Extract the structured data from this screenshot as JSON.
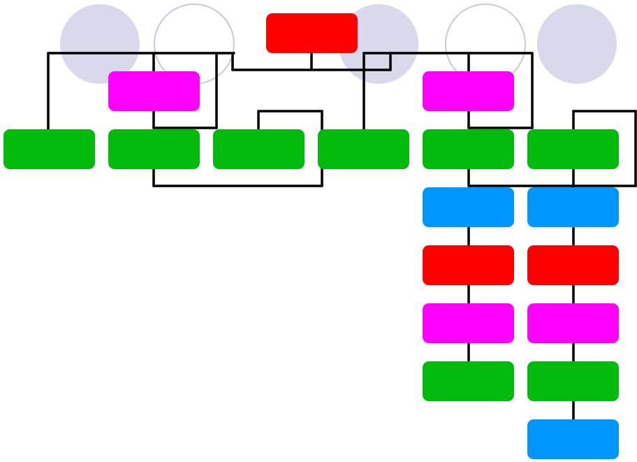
{
  "colors": {
    "background": "#ffffff",
    "circle_fill": "#d9d9ec",
    "circle_stroke": "#c8c8e0",
    "connector": "#000000",
    "node": {
      "red": "#ff0000",
      "magenta": "#ff00ff",
      "green": "#00bb0b",
      "blue": "#0096ff"
    }
  },
  "diagram": {
    "circles": [
      {
        "id": "c1",
        "style": "filled"
      },
      {
        "id": "c2",
        "style": "outline"
      },
      {
        "id": "c3",
        "style": "filled"
      },
      {
        "id": "c4",
        "style": "outline"
      },
      {
        "id": "c5",
        "style": "filled"
      }
    ],
    "nodes": [
      {
        "id": "root",
        "color": "red",
        "label": ""
      },
      {
        "id": "m1",
        "color": "magenta",
        "label": ""
      },
      {
        "id": "m2",
        "color": "magenta",
        "label": ""
      },
      {
        "id": "g1",
        "color": "green",
        "label": ""
      },
      {
        "id": "g2",
        "color": "green",
        "label": ""
      },
      {
        "id": "g3",
        "color": "green",
        "label": ""
      },
      {
        "id": "g4",
        "color": "green",
        "label": ""
      },
      {
        "id": "g5",
        "color": "green",
        "label": ""
      },
      {
        "id": "g6",
        "color": "green",
        "label": ""
      },
      {
        "id": "b1",
        "color": "blue",
        "label": ""
      },
      {
        "id": "b2",
        "color": "blue",
        "label": ""
      },
      {
        "id": "r1",
        "color": "red",
        "label": ""
      },
      {
        "id": "r2",
        "color": "red",
        "label": ""
      },
      {
        "id": "m3",
        "color": "magenta",
        "label": ""
      },
      {
        "id": "m4",
        "color": "magenta",
        "label": ""
      },
      {
        "id": "g7",
        "color": "green",
        "label": ""
      },
      {
        "id": "g8",
        "color": "green",
        "label": ""
      },
      {
        "id": "b3",
        "color": "blue",
        "label": ""
      }
    ]
  }
}
